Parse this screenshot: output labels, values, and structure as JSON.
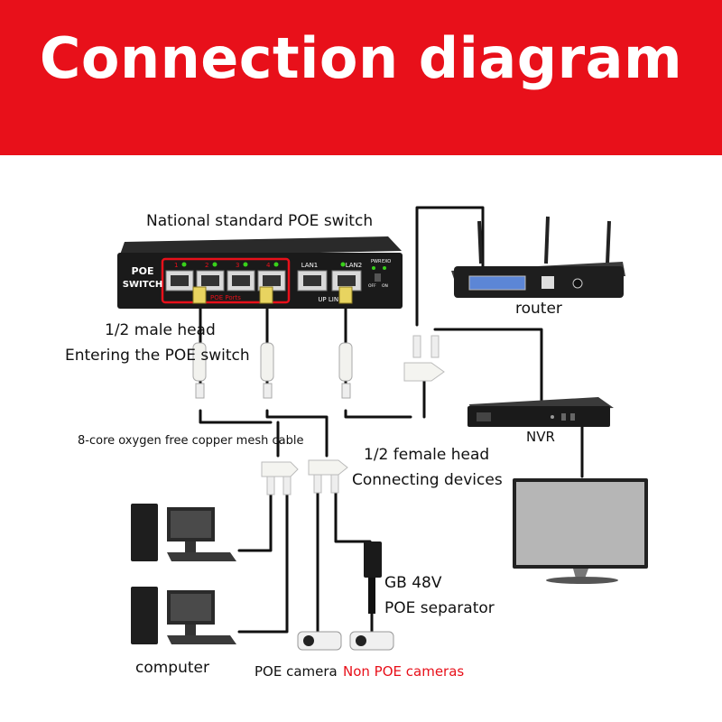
{
  "header": {
    "title": "Connection diagram",
    "banner_color": "#e8101a"
  },
  "labels": {
    "poe_switch_title": "National standard POE switch",
    "router": "router",
    "male_head_line1": "1/2 male head",
    "male_head_line2": "Entering the POE switch",
    "cable": "8-core oxygen free copper mesh cable",
    "female_head_line1": "1/2 female head",
    "female_head_line2": "Connecting devices",
    "nvr": "NVR",
    "separator_line1": "GB 48V",
    "separator_line2": "POE separator",
    "computer": "computer",
    "poe_camera": "POE camera",
    "non_poe_cameras": "Non POE cameras"
  },
  "switch_panel": {
    "brand_line1": "POE",
    "brand_line2": "SWITCH",
    "port_numbers": [
      "1",
      "2",
      "3",
      "4"
    ],
    "poe_ports_label": "POE  Ports",
    "lan1": "LAN1",
    "lan2": "LAN2",
    "uplink_label": "UP LINK",
    "pwr": "PWR",
    "ext": "EXO",
    "off": "OFF",
    "on": "ON"
  },
  "colors": {
    "accent_red": "#e8101a",
    "non_poe_text": "#e8101a"
  }
}
